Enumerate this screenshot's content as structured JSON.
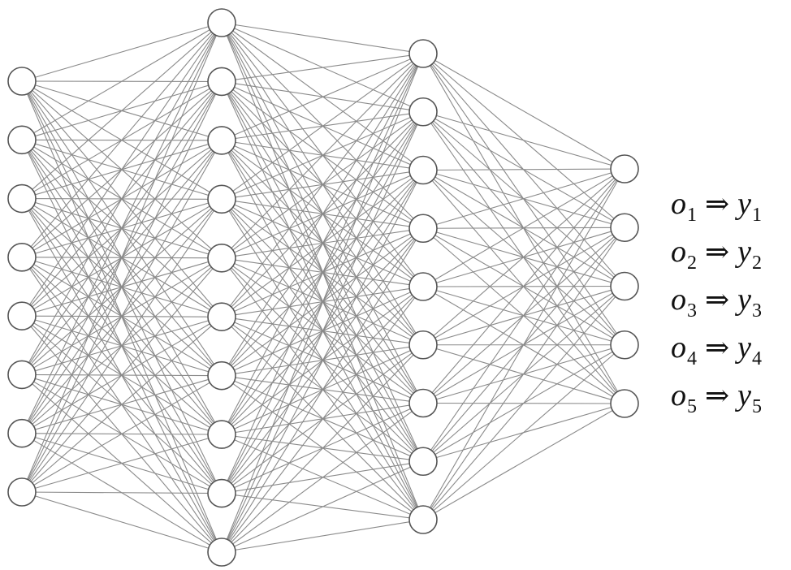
{
  "network": {
    "layers": [
      {
        "node_count": 8
      },
      {
        "node_count": 10
      },
      {
        "node_count": 9
      },
      {
        "node_count": 5
      }
    ],
    "connectivity": "fully-connected"
  },
  "mappings": [
    {
      "output_var": "o",
      "output_sub": "1",
      "arrow": "⇒",
      "target_var": "y",
      "target_sub": "1"
    },
    {
      "output_var": "o",
      "output_sub": "2",
      "arrow": "⇒",
      "target_var": "y",
      "target_sub": "2"
    },
    {
      "output_var": "o",
      "output_sub": "3",
      "arrow": "⇒",
      "target_var": "y",
      "target_sub": "3"
    },
    {
      "output_var": "o",
      "output_sub": "4",
      "arrow": "⇒",
      "target_var": "y",
      "target_sub": "4"
    },
    {
      "output_var": "o",
      "output_sub": "5",
      "arrow": "⇒",
      "target_var": "y",
      "target_sub": "5"
    }
  ]
}
